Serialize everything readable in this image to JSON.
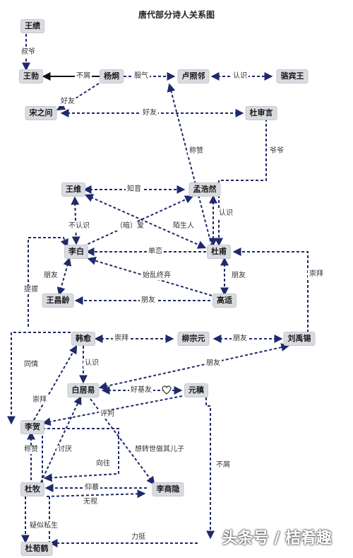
{
  "title": "唐代部分诗人关系图",
  "nodes": {
    "wang_ji": "王绩",
    "wang_bo": "王勃",
    "yang_jiong": "杨炯",
    "lu_zhaolin": "卢照邻",
    "luo_binwang": "骆宾王",
    "song_zhiwen": "宋之问",
    "du_shenyan": "杜审言",
    "wang_wei": "王维",
    "meng_haoran": "孟浩然",
    "li_bai": "李白",
    "du_fu": "杜甫",
    "wang_changling": "王昌龄",
    "gao_shi": "高适",
    "han_yu": "韩愈",
    "liu_zongyuan": "柳宗元",
    "liu_yuxi": "刘禹锡",
    "bai_juyi": "白居易",
    "yuan_zhen": "元稹",
    "li_he": "李贺",
    "du_mu": "杜牧",
    "li_shangyin": "李商隐",
    "du_xunhe": "杜荀鹤"
  },
  "edge_labels": {
    "shuye": "叔爷",
    "buxie_1": "不屑",
    "fuqi": "服气",
    "renshi_1": "认识",
    "haoyou_1": "好友",
    "haoyou_2": "好友",
    "chengzan_1": "称赞",
    "yeye": "爷爷",
    "zhiyin": "知音",
    "renshi_2": "认识",
    "burenshi": "不认识",
    "ai": "（暗）爱",
    "moshengren": "陌生人",
    "danlian": "单恋",
    "pengyou_1": "朋友",
    "pengyou_2": "朋友",
    "shiluanzhongqi": "始乱终弃",
    "pengyou_3": "朋友",
    "baibai": "崇拜",
    "baibai_2": "崇拜",
    "daba": "提拔",
    "pengyou_4": "朋友",
    "tongqing": "同情",
    "renshi_3": "认识",
    "pengyou_5": "朋友",
    "chongbai_3": "崇拜",
    "gaojiyou": "好基友",
    "pingjia": "评判",
    "chengzan_2": "称赞",
    "taoyan": "讨厌",
    "xiangwang": "向往",
    "lunhui": "想转世做其儿子",
    "buxie_2": "不屑",
    "yangmu": "仰慕",
    "wushi": "无视",
    "yisisi": "疑似私生",
    "liting": "力挺"
  },
  "watermark": "头条号 / 桔肴趣"
}
